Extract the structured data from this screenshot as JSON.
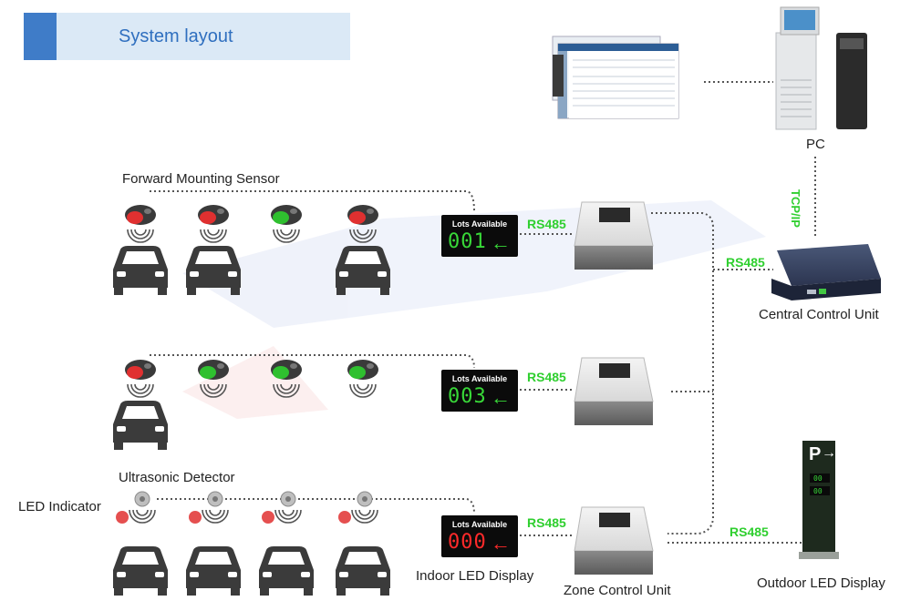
{
  "title": "System layout",
  "labels": {
    "forward_sensor": "Forward Mounting Sensor",
    "ultrasonic": "Ultrasonic Detector",
    "led_indicator": "LED Indicator",
    "indoor_led": "Indoor LED Display",
    "zone_unit": "Zone Control Unit",
    "outdoor_led": "Outdoor LED Display",
    "central_unit": "Central Control Unit",
    "pc": "PC"
  },
  "links": {
    "rs485": "RS485",
    "tcpip": "TCP/IP"
  },
  "displays": [
    {
      "heading": "Lots Available",
      "count": "001",
      "color": "#38d838"
    },
    {
      "heading": "Lots Available",
      "count": "003",
      "color": "#38d838"
    },
    {
      "heading": "Lots Available",
      "count": "000",
      "color": "#ff2a2a"
    }
  ],
  "rows": [
    {
      "sensors": [
        "occupied",
        "occupied",
        "free",
        "occupied"
      ]
    },
    {
      "sensors": [
        "occupied",
        "free",
        "free",
        "free"
      ]
    },
    {
      "sensors": [
        "occupied",
        "occupied",
        "occupied",
        "occupied"
      ]
    }
  ],
  "outdoor_sign": {
    "letter": "P"
  },
  "colors": {
    "accent": "#3f7cc8",
    "title_bg": "#dbe9f6",
    "link_green": "#2fcf2f",
    "occupied": "#e03030",
    "free": "#2fc02f"
  }
}
